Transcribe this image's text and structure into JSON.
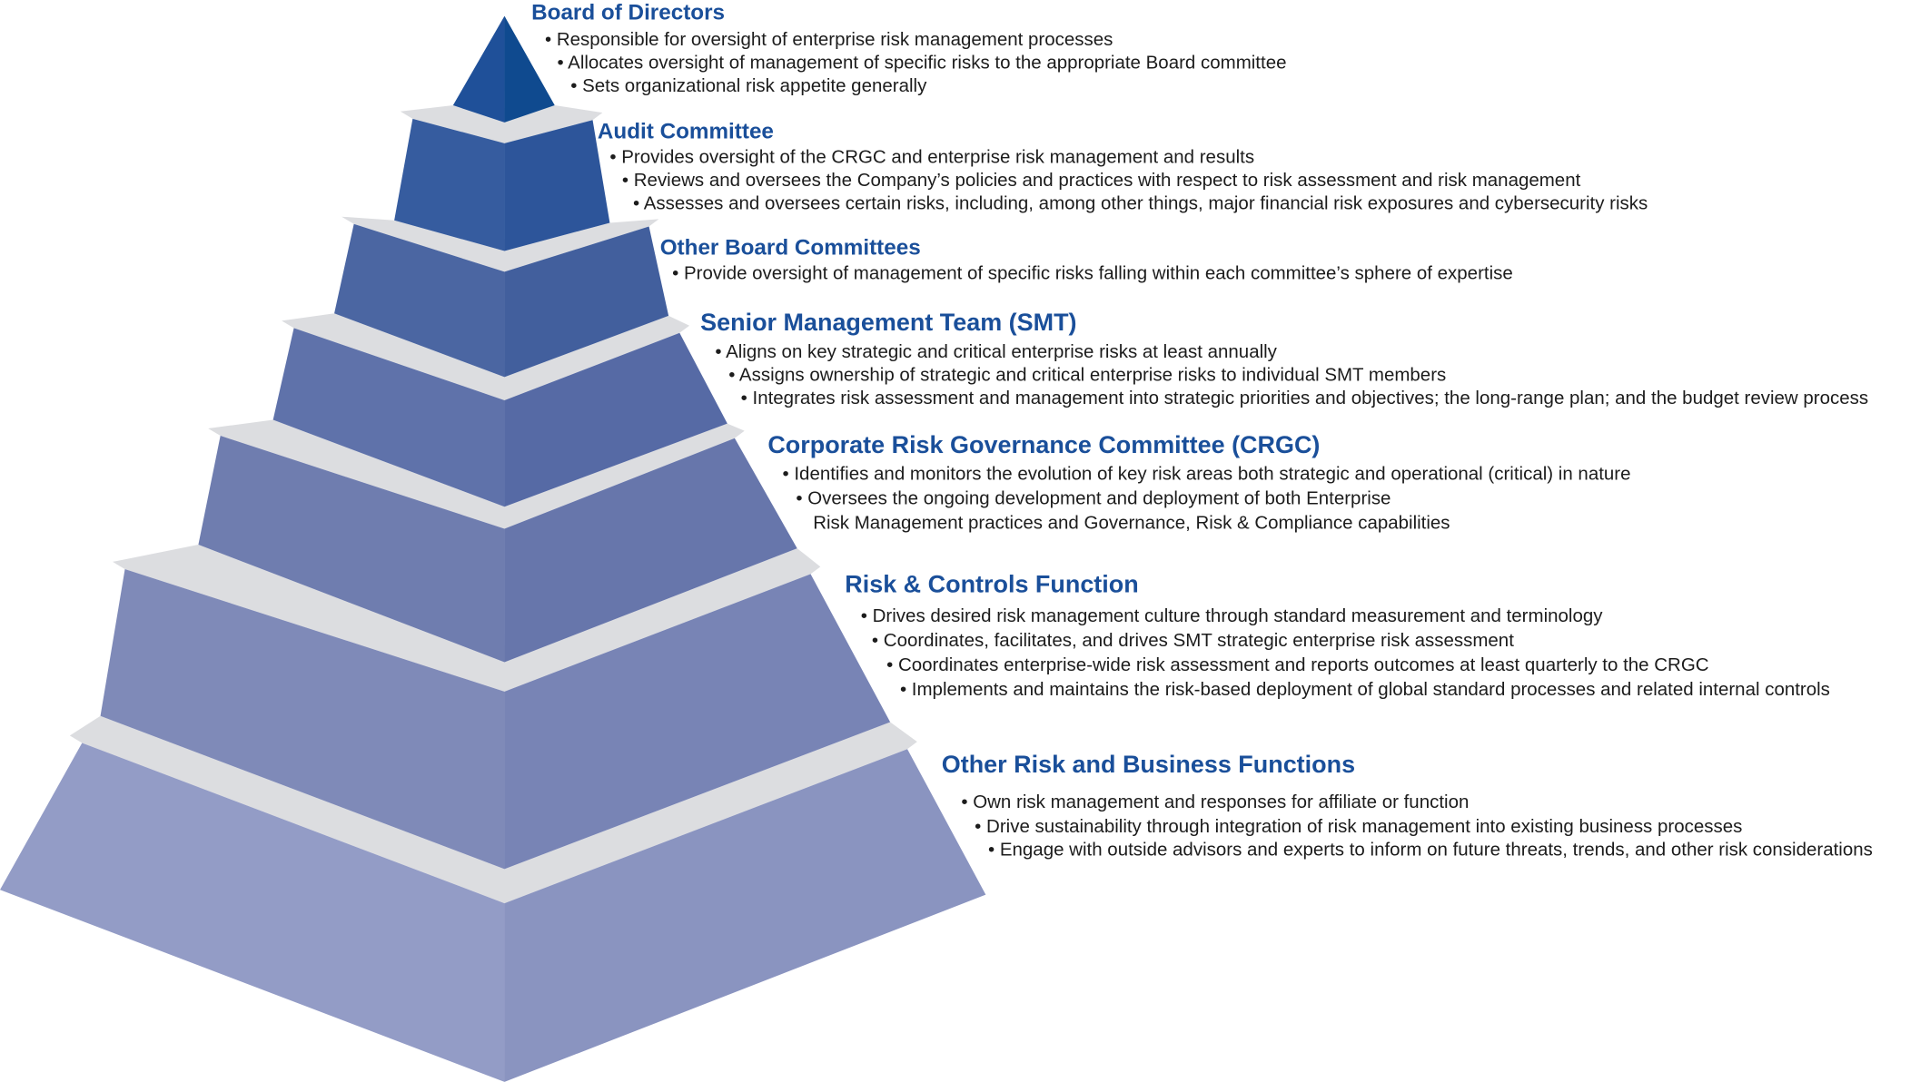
{
  "colors": {
    "heading": "#1a4f9a",
    "separator": "#dcdde0",
    "tiers": [
      [
        "#1f5099",
        "#0f4a8f"
      ],
      [
        "#365c9f",
        "#2d559a"
      ],
      [
        "#4b66a2",
        "#425f9d"
      ],
      [
        "#5f72aa",
        "#566aa5"
      ],
      [
        "#6f7daf",
        "#6776ab"
      ],
      [
        "#7f8ab8",
        "#7884b5"
      ],
      [
        "#939cc6",
        "#8a94c0"
      ]
    ]
  },
  "tiers": [
    {
      "title": "Board of Directors",
      "bullets": [
        "• Responsible for oversight of enterprise risk management processes",
        "• Allocates oversight of management of specific risks to the appropriate Board committee",
        "• Sets organizational risk appetite generally"
      ]
    },
    {
      "title": "Audit Committee",
      "bullets": [
        "• Provides oversight of the CRGC and enterprise risk management and results",
        "• Reviews and oversees the Company’s policies and practices with respect to risk assessment and risk management",
        "• Assesses and oversees certain risks, including, among other things, major financial risk exposures and cybersecurity risks"
      ]
    },
    {
      "title": "Other Board Committees",
      "bullets": [
        "• Provide oversight of management of specific risks falling within each committee’s sphere of expertise"
      ]
    },
    {
      "title": "Senior Management Team (SMT)",
      "bullets": [
        "• Aligns on key strategic and critical enterprise risks at least annually",
        "• Assigns ownership of strategic and critical enterprise risks to individual SMT members",
        "• Integrates risk assessment and management into strategic priorities and objectives; the long-range plan; and the budget review process"
      ]
    },
    {
      "title": "Corporate Risk Governance Committee (CRGC)",
      "bullets": [
        "• Identifies and monitors the evolution of key risk areas both strategic and operational (critical) in nature",
        "• Oversees the ongoing development and deployment of both Enterprise",
        "Risk Management practices and Governance, Risk & Compliance capabilities"
      ]
    },
    {
      "title": "Risk & Controls Function",
      "bullets": [
        "• Drives desired risk management culture through standard measurement and terminology",
        "• Coordinates, facilitates, and drives SMT strategic enterprise risk assessment",
        "• Coordinates enterprise-wide risk assessment and reports outcomes at least quarterly to the CRGC",
        "• Implements and maintains the risk-based deployment of global standard processes and related internal controls"
      ]
    },
    {
      "title": "Other Risk and Business Functions",
      "bullets": [
        "• Own risk management and responses for affiliate or function",
        "• Drive sustainability through integration of risk management into existing business processes",
        "• Engage with outside advisors and experts to inform on future threats, trends, and other risk considerations"
      ]
    }
  ]
}
